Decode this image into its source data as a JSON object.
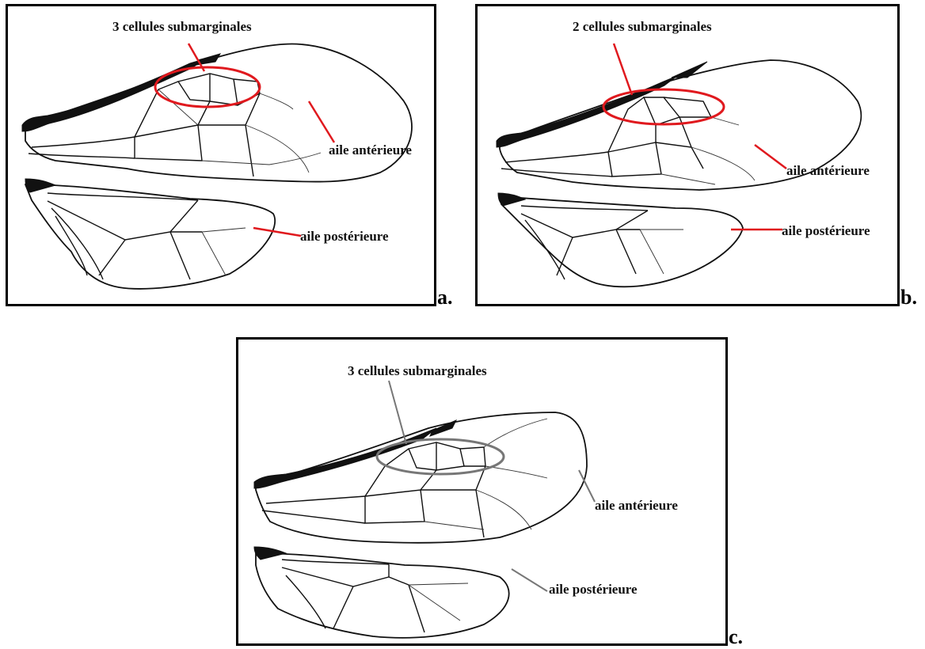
{
  "panels": {
    "a": {
      "letter": "a.",
      "submarginal_label": "3 cellules submarginales",
      "forewing_label": "aile antérieure",
      "hindwing_label": "aile postérieure",
      "annotation_color": "#e0191e"
    },
    "b": {
      "letter": "b.",
      "submarginal_label": "2 cellules submarginales",
      "forewing_label": "aile antérieure",
      "hindwing_label": "aile postérieure",
      "annotation_color": "#e0191e"
    },
    "c": {
      "letter": "c.",
      "submarginal_label": "3 cellules submarginales",
      "forewing_label": "aile antérieure",
      "hindwing_label": "aile postérieure",
      "annotation_color": "#777777"
    }
  }
}
